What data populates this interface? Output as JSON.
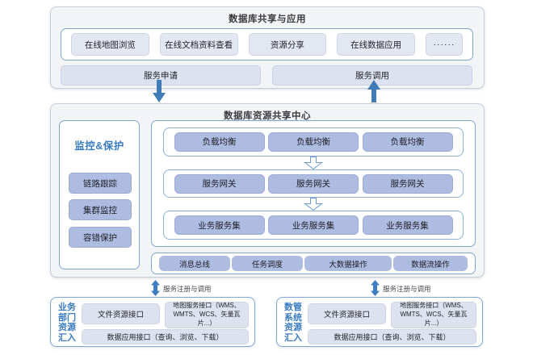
{
  "colors": {
    "accent_blue": "#3f7fc1",
    "panel_gray": "#f2f4f6",
    "pill_periwinkle": "#aebce1",
    "pill_lavender": "#dde2ef",
    "border_blue": "#7fa7d6",
    "title_blue": "#3a7cc4"
  },
  "top_panel": {
    "title": "数据库共享与应用",
    "apps": [
      "在线地图浏览",
      "在线文档资料查看",
      "资源分享",
      "在线数据应用",
      "······"
    ],
    "service_request": "服务申请",
    "service_invoke": "服务调用"
  },
  "center_panel": {
    "title": "数据库资源共享中心",
    "sidebar": {
      "title": "监控&保护",
      "items": [
        "链路跟踪",
        "集群监控",
        "容错保护"
      ]
    },
    "grid_rows": [
      {
        "pills": [
          "负载均衡",
          "负载均衡",
          "负载均衡"
        ]
      },
      {
        "pills": [
          "服务网关",
          "服务网关",
          "服务网关"
        ]
      },
      {
        "pills": [
          "业务服务集",
          "业务服务集",
          "业务服务集"
        ]
      }
    ],
    "bus_pills": [
      "消息总线",
      "任务调度",
      "大数据操作",
      "数据流操作"
    ]
  },
  "register_links": {
    "left_label": "服务注册与调用",
    "right_label": "服务注册与调用"
  },
  "bottom_panels": {
    "left": {
      "vertical_label": [
        "业务",
        "部门",
        "资源",
        "汇入"
      ],
      "file_interface": "文件资源接口",
      "map_interface": "地图服务接口（WMS、WMTS、WCS、矢量瓦片...）",
      "data_interface": "数据应用接口（查询、浏览、下载）"
    },
    "right": {
      "vertical_label": [
        "数管",
        "系统",
        "资源",
        "汇入"
      ],
      "file_interface": "文件资源接口",
      "map_interface": "地图服务接口（WMS、WMTS、WCS、矢量瓦片...）",
      "data_interface": "数据应用接口（查询、浏览、下载）"
    }
  }
}
